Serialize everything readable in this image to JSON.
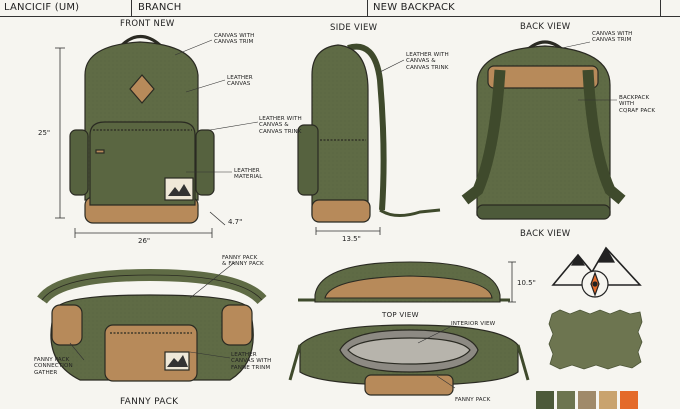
{
  "header": {
    "cell1": "LANCICIF (UM)",
    "cell2": "BRANCH",
    "cell3": "NEW BACKPACK"
  },
  "titles": {
    "front": "FRONT NEW",
    "side": "SIDE VIEW",
    "back": "BACK VIEW",
    "back_bottom": "BACK VIEW",
    "top": "TOP VIEW",
    "fanny": "FANNY PACK"
  },
  "labels": {
    "canvas_trim": "CANVAS WITH\nCANVAS TRIM",
    "leather_canvas": "LEATHER\nCANVAS",
    "leather_canvas_trink": "LEATHER WITH\nCANVAS &\nCANVAS TRINK",
    "leather_material": "LEATHER\nMATERIAL",
    "side_leather": "LEATHER WITH\nCANVAS &\nCANVAS TRINK",
    "back_canvas_trim": "CANVAS WITH\nCANVAS TRIM",
    "backpack_with": "BACKPACK\nWITH\nCQRAF PACK",
    "fanny_pack_label": "FANNY PACK\n& FANNY PACK",
    "connection": "FANNY PACK\nCONNECTION\nGATHER",
    "leather_fanne": "LEATHER\nCANVAS WITH\nFANNE TRINM",
    "interior": "INTERIOR VIEW",
    "fanny_small": "FANNY PACK"
  },
  "dims": {
    "h25": "25\"",
    "w26": "26\"",
    "d47": "4.7\"",
    "w135": "13.5\"",
    "h105": "10.5\""
  },
  "colors": {
    "olive": "#5f6b45",
    "olive_dark": "#3f4a2c",
    "tan": "#b78a5a",
    "outline": "#2a2a22",
    "swatch": [
      "#4d5a3a",
      "#6d7550",
      "#a08a6a",
      "#c9a36e",
      "#e46a2a"
    ]
  }
}
